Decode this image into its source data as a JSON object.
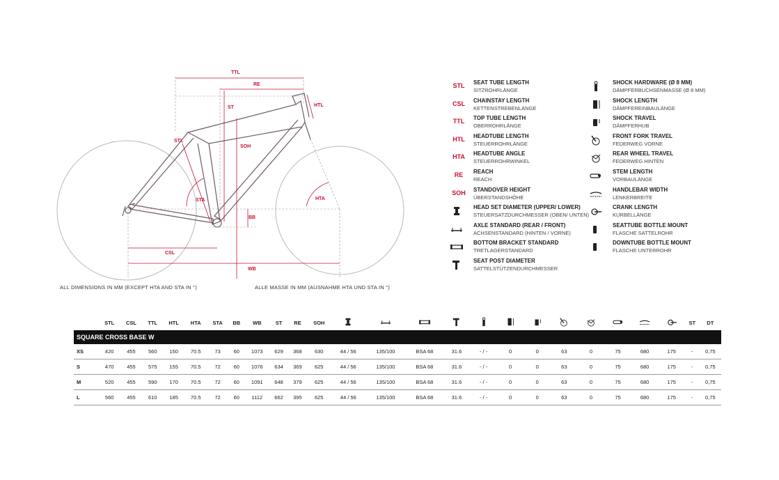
{
  "colors": {
    "accent": "#c8102e",
    "frame": "#6b5a66",
    "dim": "#c8102e"
  },
  "diagram": {
    "labels": {
      "ttl": "TTL",
      "re": "RE",
      "st": "ST",
      "htl": "HTL",
      "stl": "STL",
      "soh": "SOH",
      "sta": "STA",
      "hta": "HTA",
      "bb": "BB",
      "csl": "CSL",
      "wb": "WB"
    }
  },
  "notes": {
    "en": "ALL DIMENSIONS IN MM (EXCEPT HTA AND STA IN °)",
    "de": "ALLE MASSE IN MM (AUSNAHME HTA UND STA IN °)"
  },
  "legend": {
    "left": [
      {
        "abbr": "STL",
        "icon": null,
        "en": "SEAT TUBE LENGTH",
        "de": "SITZROHRLÄNGE"
      },
      {
        "abbr": "CSL",
        "icon": null,
        "en": "CHAINSTAY LENGTH",
        "de": "KETTENSTREBENLÄNGE"
      },
      {
        "abbr": "TTL",
        "icon": null,
        "en": "TOP TUBE LENGTH",
        "de": "OBERROHRLÄNGE"
      },
      {
        "abbr": "HTL",
        "icon": null,
        "en": "HEADTUBE LENGTH",
        "de": "STEUERROHRLÄNGE"
      },
      {
        "abbr": "HTA",
        "icon": null,
        "en": "HEADTUBE ANGLE",
        "de": "STEUERROHRWINKEL"
      },
      {
        "abbr": "RE",
        "icon": null,
        "en": "REACH",
        "de": "REACH"
      },
      {
        "abbr": "SOH",
        "icon": null,
        "en": "STANDOVER HEIGHT",
        "de": "ÜBERSTANDSHÖHE"
      },
      {
        "abbr": "",
        "icon": "headset-icon",
        "en": "HEAD SET DIAMETER (UPPER/ LOWER)",
        "de": "STEUERSATZDURCHMESSER (OBEN/ UNTEN)"
      },
      {
        "abbr": "",
        "icon": "axle-icon",
        "en": "AXLE STANDARD (REAR / FRONT)",
        "de": "ACHSENSTANDARD (HINTEN / VORNE)"
      },
      {
        "abbr": "",
        "icon": "bottom-bracket-icon",
        "en": "BOTTOM BRACKET STANDARD",
        "de": "TRETLAGERSTANDARD"
      },
      {
        "abbr": "",
        "icon": "seatpost-icon",
        "en": "SEAT POST DIAMETER",
        "de": "SATTELSTÜTZENDURCHMESSER"
      }
    ],
    "right": [
      {
        "icon": "shock-hardware-icon",
        "en": "SHOCK HARDWARE (Ø 8 MM)",
        "de": "DÄMPFERBUCHSENMASSE (Ø 8 MM)"
      },
      {
        "icon": "shock-length-icon",
        "en": "SHOCK LENGTH",
        "de": "DÄMPFEREINBAULÄNGE"
      },
      {
        "icon": "shock-travel-icon",
        "en": "SHOCK TRAVEL",
        "de": "DÄMPFERHUB"
      },
      {
        "icon": "fork-travel-icon",
        "en": "FRONT FORK TRAVEL",
        "de": "FEDERWEG VORNE"
      },
      {
        "icon": "rear-travel-icon",
        "en": "REAR WHEEL TRAVEL",
        "de": "FEDERWEG HINTEN"
      },
      {
        "icon": "stem-icon",
        "en": "STEM LENGTH",
        "de": "VORBAULÄNGE"
      },
      {
        "icon": "handlebar-icon",
        "en": "HANDLEBAR WIDTH",
        "de": "LENKERBREITE"
      },
      {
        "icon": "crank-icon",
        "en": "CRANK LENGTH",
        "de": "KURBELLÄNGE"
      },
      {
        "icon": "bottle-st-icon",
        "en": "SEATTUBE BOTTLE MOUNT",
        "de": "FLASCHE SATTELROHR"
      },
      {
        "icon": "bottle-dt-icon",
        "en": "DOWNTUBE BOTTLE MOUNT",
        "de": "FLASCHE UNTERROHR"
      }
    ]
  },
  "table": {
    "headers": [
      "",
      "STL",
      "CSL",
      "TTL",
      "HTL",
      "HTA",
      "STA",
      "BB",
      "WB",
      "ST",
      "RE",
      "SOH",
      "headset-icon",
      "axle-icon",
      "bottom-bracket-icon",
      "seatpost-icon",
      "shock-hardware-icon",
      "shock-length-icon",
      "shock-travel-icon",
      "fork-travel-icon",
      "rear-travel-icon",
      "stem-icon",
      "handlebar-icon",
      "crank-icon",
      "ST",
      "DT"
    ],
    "model": "SQUARE CROSS BASE W",
    "rows": [
      [
        "XS",
        "420",
        "455",
        "560",
        "150",
        "70.5",
        "73",
        "60",
        "1073",
        "629",
        "368",
        "630",
        "44 / 56",
        "135/100",
        "BSA 68",
        "31.6",
        "- / -",
        "0",
        "0",
        "63",
        "0",
        "75",
        "680",
        "175",
        "-",
        "0,75"
      ],
      [
        "S",
        "470",
        "455",
        "575",
        "155",
        "70.5",
        "72",
        "60",
        "1076",
        "634",
        "369",
        "625",
        "44 / 56",
        "135/100",
        "BSA 68",
        "31.6",
        "- / -",
        "0",
        "0",
        "63",
        "0",
        "75",
        "680",
        "175",
        "-",
        "0,75"
      ],
      [
        "M",
        "520",
        "455",
        "590",
        "170",
        "70.5",
        "72",
        "60",
        "1091",
        "648",
        "379",
        "625",
        "44 / 56",
        "135/100",
        "BSA 68",
        "31.6",
        "- / -",
        "0",
        "0",
        "63",
        "0",
        "75",
        "680",
        "175",
        "-",
        "0,75"
      ],
      [
        "L",
        "560",
        "455",
        "610",
        "185",
        "70.5",
        "72",
        "60",
        "1112",
        "662",
        "395",
        "625",
        "44 / 56",
        "135/100",
        "BSA 68",
        "31.6",
        "- / -",
        "0",
        "0",
        "63",
        "0",
        "75",
        "680",
        "175",
        "-",
        "0,75"
      ]
    ]
  }
}
